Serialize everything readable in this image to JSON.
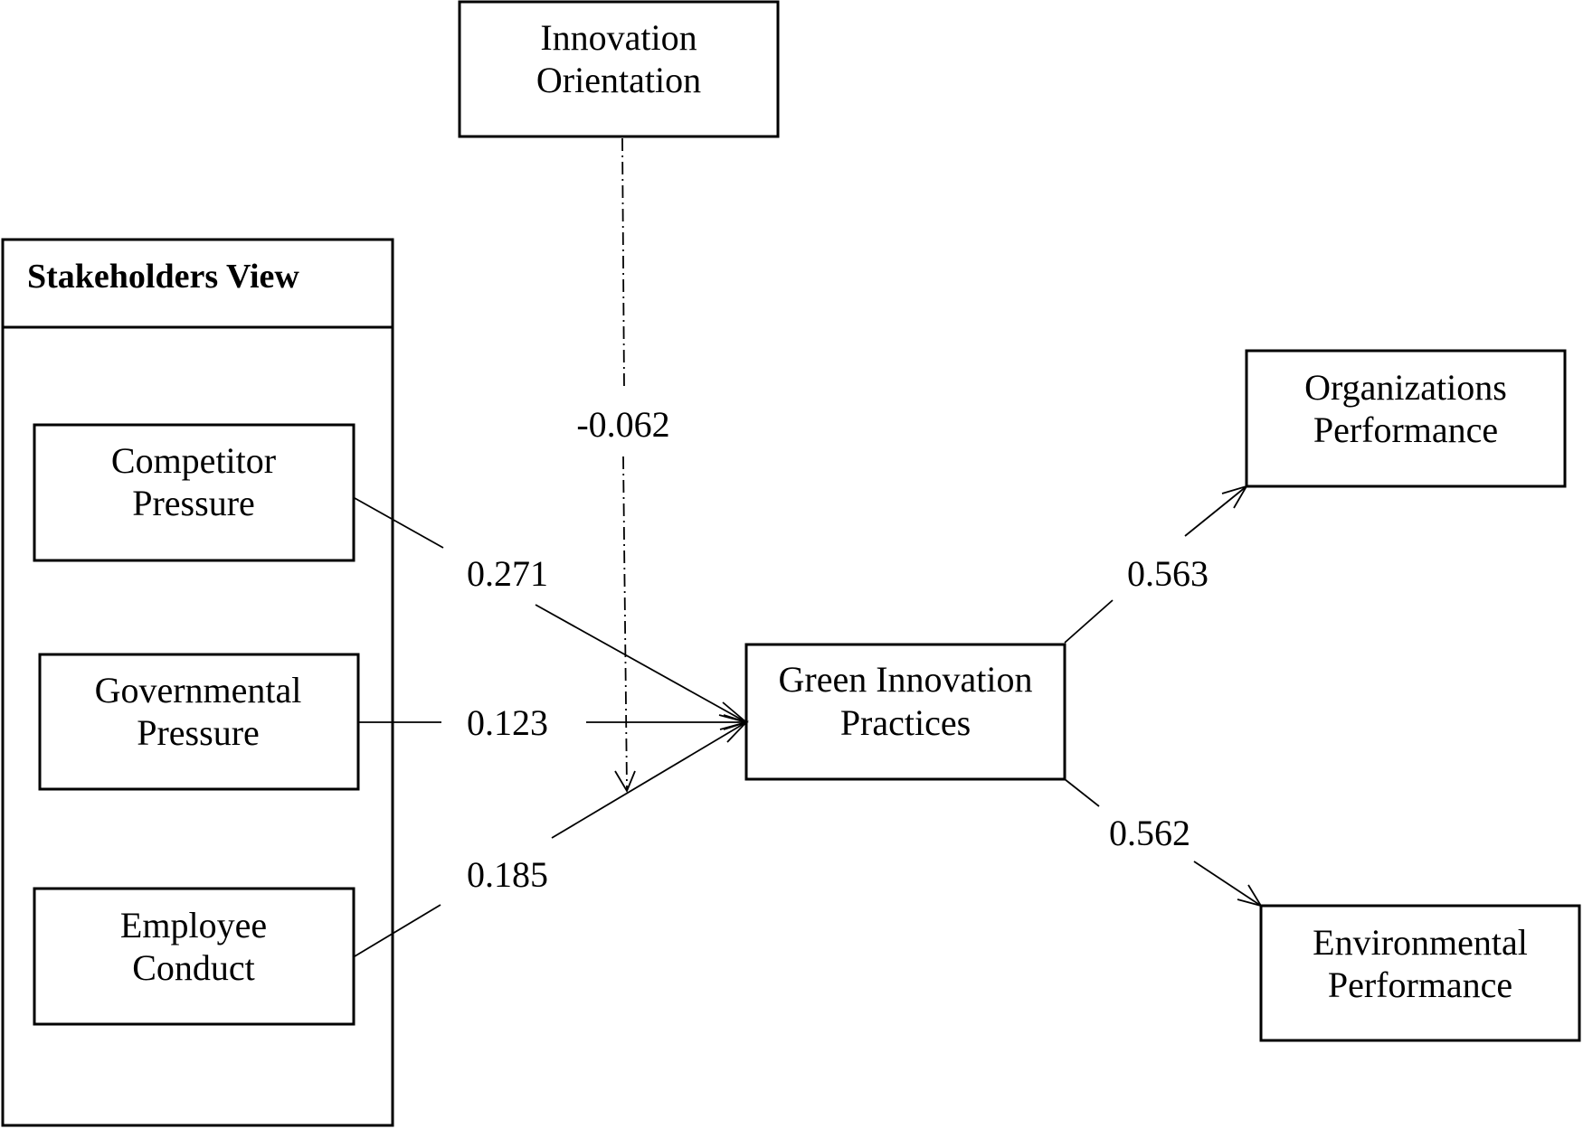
{
  "panel": {
    "title": "Stakeholders View"
  },
  "nodes": {
    "innovation_orientation": {
      "line1": "Innovation",
      "line2": "Orientation"
    },
    "competitor_pressure": {
      "line1": "Competitor",
      "line2": "Pressure"
    },
    "governmental_pressure": {
      "line1": "Governmental",
      "line2": "Pressure"
    },
    "employee_conduct": {
      "line1": "Employee",
      "line2": "Conduct"
    },
    "green_innovation_practices": {
      "line1": "Green Innovation",
      "line2": "Practices"
    },
    "organizations_performance": {
      "line1": "Organizations",
      "line2": "Performance"
    },
    "environmental_performance": {
      "line1": "Environmental",
      "line2": "Performance"
    }
  },
  "paths": {
    "innovation_orientation_moderation": "-0.062",
    "competitor_to_green": "0.271",
    "governmental_to_green": "0.123",
    "employee_to_green": "0.185",
    "green_to_organizations": "0.563",
    "green_to_environmental": "0.562"
  }
}
